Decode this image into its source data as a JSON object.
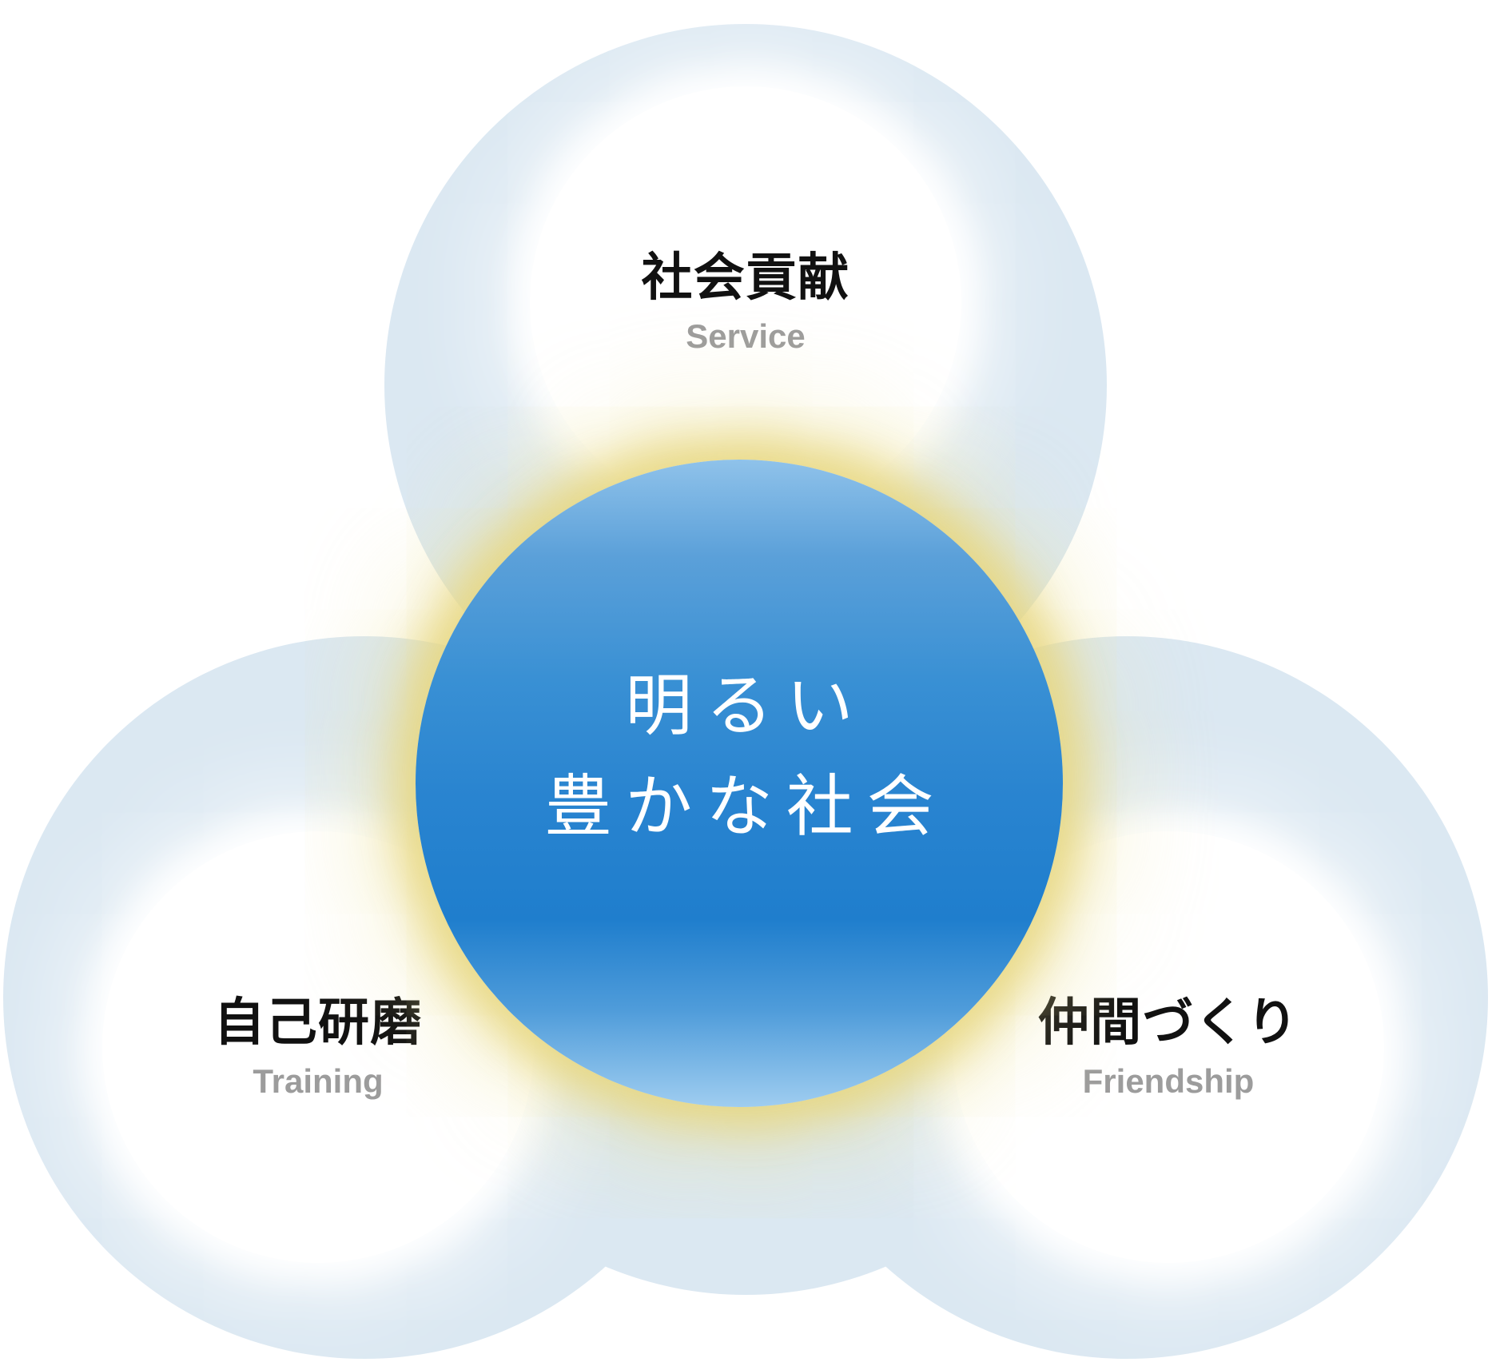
{
  "diagram": {
    "center": {
      "line1": "明るい",
      "line2": "豊かな社会"
    },
    "nodes": [
      {
        "id": "service",
        "title": "社会貢献",
        "subtitle": "Service"
      },
      {
        "id": "training",
        "title": "自己研磨",
        "subtitle": "Training"
      },
      {
        "id": "friendship",
        "title": "仲間づくり",
        "subtitle": "Friendship"
      }
    ],
    "colors": {
      "background": "#ffffff",
      "blob": "#dbe8f2",
      "rim_cyan": "#a8f4ee",
      "rim_lavender": "#cfc9f2",
      "rim_green": "#d7e7d6",
      "center_gradient_top": "#8fc2ea",
      "center_gradient_mid": "#1f7ecd",
      "center_gradient_bottom": "#9fcdf0",
      "glow_yellow": "#e7d67d",
      "title_color": "#111111",
      "subtitle_color": "#9c9c9c",
      "center_text_color": "#ffffff"
    }
  }
}
